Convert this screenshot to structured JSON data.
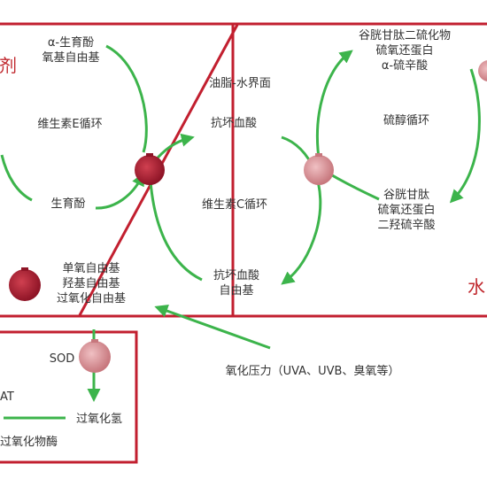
{
  "colors": {
    "frame": "#c21f2f",
    "arrow": "#3cb44b",
    "ball_dark": "#a31c2e",
    "ball_light": "#d98a8f",
    "text": "#333333"
  },
  "labels": {
    "tocopherol_radical": "α-生育酚\n氧基自由基",
    "vitamin_e_cycle": "维生素E循环",
    "tocopherol": "生育酚",
    "oil_water_interface": "油脂-水界面",
    "ascorbate_top": "抗坏血酸",
    "vitamin_c_cycle": "维生素C循环",
    "ascorbate_radical": "抗坏血酸\n自由基",
    "glutathione_disulfide": "谷胱甘肽二硫化物\n硫氧还蛋白\nα-硫辛酸",
    "thiol_cycle": "硫醇循环",
    "glutathione": "谷胱甘肽\n硫氧还蛋白\n二羟硫辛酸",
    "free_radicals": "单氧自由基\n羟基自由基\n过氧化自由基",
    "sod": "SOD",
    "cat": "AT",
    "hydrogen_peroxide": "过氧化氢",
    "peroxidase": "过氧化物酶",
    "oxidative_stress": "氧化压力（UVA、UVB、臭氧等）",
    "left_edge_char": "剂",
    "right_edge_char": "水"
  }
}
